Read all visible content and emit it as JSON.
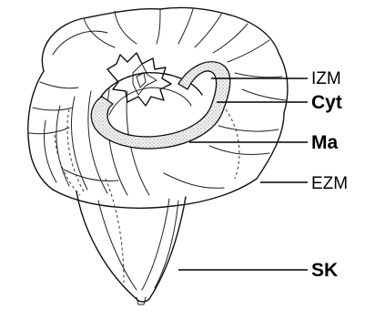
{
  "labels": {
    "izm": "IZM",
    "cyt": "Cyt",
    "ma": "Ma",
    "ezm": "EZM",
    "sk": "SK"
  },
  "colors": {
    "ink": "#111111",
    "background": "#ffffff",
    "band_fill": "#e6e6e6"
  }
}
